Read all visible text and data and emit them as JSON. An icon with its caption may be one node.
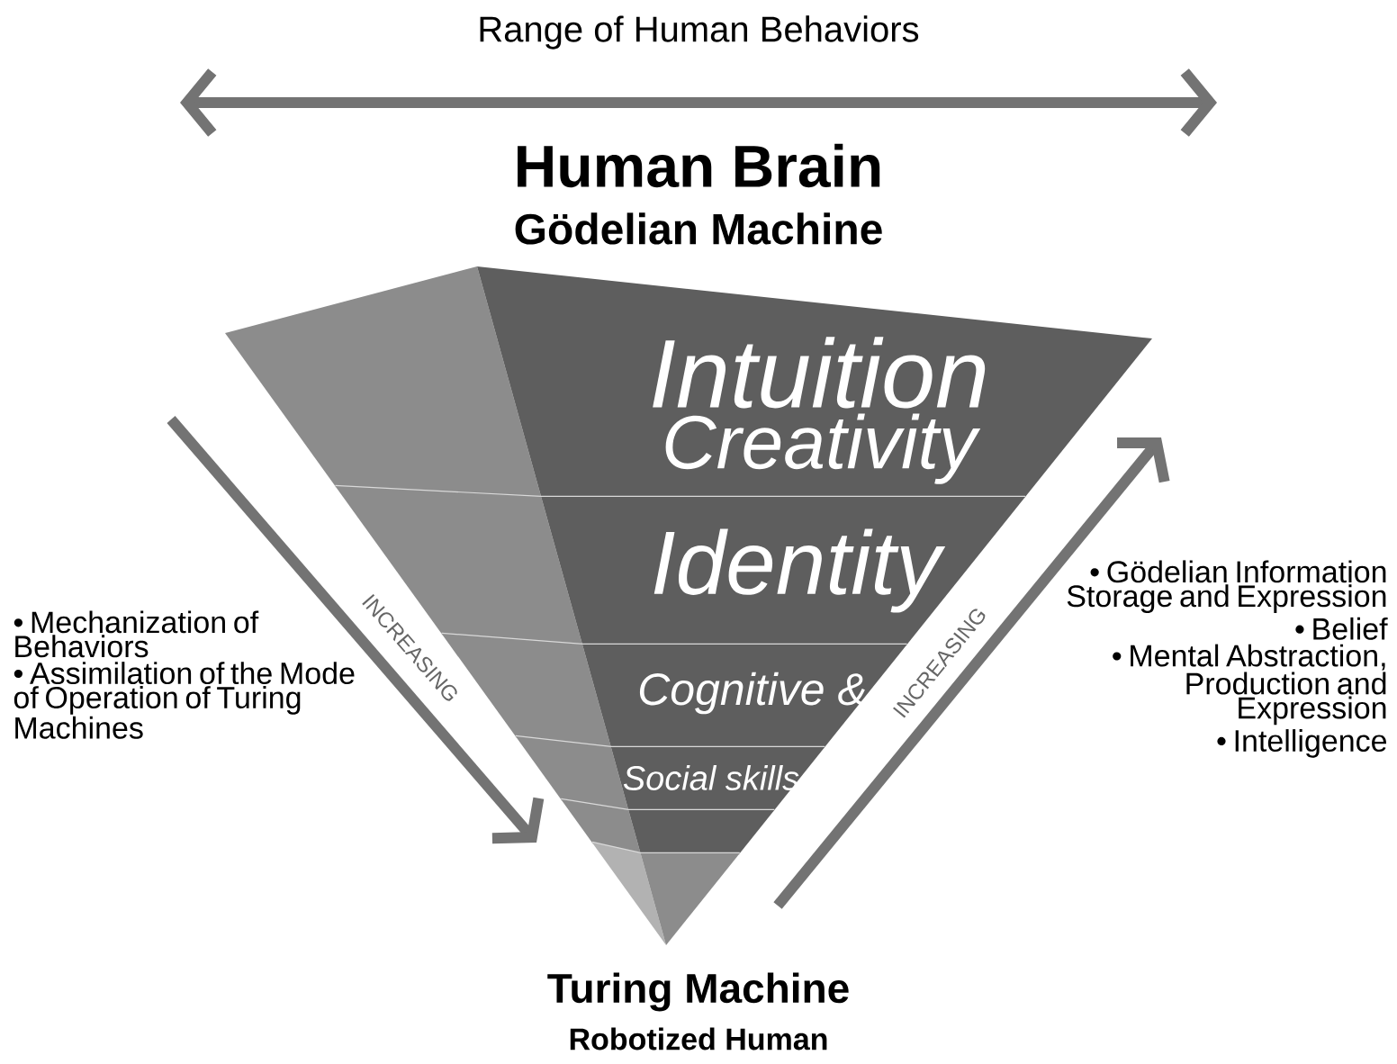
{
  "diagram": {
    "nodes": [
      {
        "text": [
          "Intuition",
          "Creativity"
        ]
      },
      {
        "text": [
          "Identity"
        ]
      },
      {
        "text": [
          "Cognitive &"
        ]
      },
      {
        "text": [
          "Social skills"
        ]
      },
      {
        "text": [],
        "shape": "band"
      },
      {
        "text": [],
        "shape": "band"
      }
    ],
    "labels": [
      "Range of Human Behaviors",
      "Human Brain",
      "Gödelian Machine",
      "INCREASING",
      "INCREASING",
      "• Mechanization of Behaviors",
      "• Assimilation of the Mode of Operation of Turing Machines",
      "• Gödelian Information Storage and Expression",
      "• Belief",
      "• Mental Abstraction, Production and Expression",
      "• Intelligence",
      "Turing Machine",
      "Robotized Human"
    ]
  }
}
